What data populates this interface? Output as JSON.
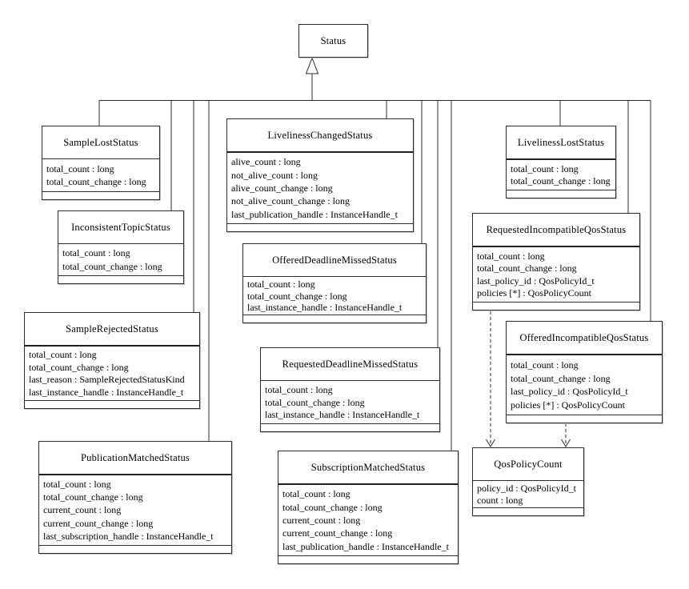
{
  "colors": {
    "background": "#ffffff",
    "line": "#2b2b2b",
    "text": "#000000"
  },
  "classes": [
    {
      "name": "Status",
      "attributes": []
    },
    {
      "name": "SampleLostStatus",
      "attributes": [
        "total_count : long",
        "total_count_change : long"
      ]
    },
    {
      "name": "InconsistentTopicStatus",
      "attributes": [
        "total_count : long",
        "total_count_change : long"
      ]
    },
    {
      "name": "SampleRejectedStatus",
      "attributes": [
        "total_count : long",
        "total_count_change : long",
        "last_reason : SampleRejectedStatusKind",
        "last_instance_handle : InstanceHandle_t"
      ]
    },
    {
      "name": "PublicationMatchedStatus",
      "attributes": [
        "total_count : long",
        "total_count_change : long",
        "current_count : long",
        "current_count_change : long",
        "last_subscription_handle : InstanceHandle_t"
      ]
    },
    {
      "name": "LivelinessChangedStatus",
      "attributes": [
        "alive_count : long",
        "not_alive_count : long",
        "alive_count_change : long",
        "not_alive_count_change : long",
        "last_publication_handle : InstanceHandle_t"
      ]
    },
    {
      "name": "OfferedDeadlineMissedStatus",
      "attributes": [
        "total_count : long",
        "total_count_change : long",
        "last_instance_handle : InstanceHandle_t"
      ]
    },
    {
      "name": "RequestedDeadlineMissedStatus",
      "attributes": [
        "total_count : long",
        "total_count_change : long",
        "last_instance_handle : InstanceHandle_t"
      ]
    },
    {
      "name": "SubscriptionMatchedStatus",
      "attributes": [
        "total_count : long",
        "total_count_change : long",
        "current_count : long",
        "current_count_change : long",
        "last_publication_handle : InstanceHandle_t"
      ]
    },
    {
      "name": "LivelinessLostStatus",
      "attributes": [
        "total_count : long",
        "total_count_change : long"
      ]
    },
    {
      "name": "RequestedIncompatibleQosStatus",
      "attributes": [
        "total_count : long",
        "total_count_change : long",
        "last_policy_id : QosPolicyId_t",
        "policies [*] : QosPolicyCount"
      ]
    },
    {
      "name": "OfferedIncompatibleQosStatus",
      "attributes": [
        "total_count : long",
        "total_count_change : long",
        "last_policy_id : QosPolicyId_t",
        "policies [*] : QosPolicyCount"
      ]
    },
    {
      "name": "QosPolicyCount",
      "attributes": [
        "policy_id : QosPolicyId_t",
        "count : long"
      ]
    }
  ],
  "relationships": {
    "generalization": {
      "parent": "Status",
      "children": [
        "SampleLostStatus",
        "InconsistentTopicStatus",
        "SampleRejectedStatus",
        "PublicationMatchedStatus",
        "LivelinessChangedStatus",
        "OfferedDeadlineMissedStatus",
        "RequestedDeadlineMissedStatus",
        "SubscriptionMatchedStatus",
        "LivelinessLostStatus",
        "RequestedIncompatibleQosStatus",
        "OfferedIncompatibleQosStatus"
      ]
    },
    "dependencies": [
      {
        "from": "RequestedIncompatibleQosStatus",
        "to": "QosPolicyCount"
      },
      {
        "from": "OfferedIncompatibleQosStatus",
        "to": "QosPolicyCount"
      }
    ]
  }
}
